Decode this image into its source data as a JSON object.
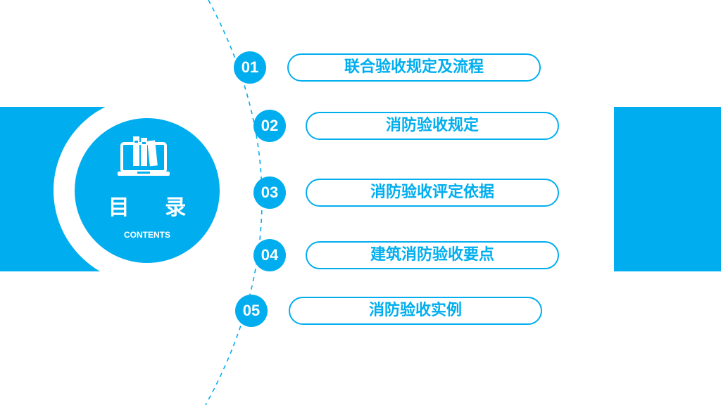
{
  "toc": {
    "title": "目 录",
    "subtitle": "CONTENTS",
    "icon": "book-laptop-icon",
    "items": [
      {
        "number": "01",
        "label": "联合验收规定及流程"
      },
      {
        "number": "02",
        "label": "消防验收规定"
      },
      {
        "number": "03",
        "label": "消防验收评定依据"
      },
      {
        "number": "04",
        "label": "建筑消防验收要点"
      },
      {
        "number": "05",
        "label": "消防验收实例"
      }
    ]
  },
  "colors": {
    "accent": "#00aeef",
    "background": "#ffffff"
  }
}
